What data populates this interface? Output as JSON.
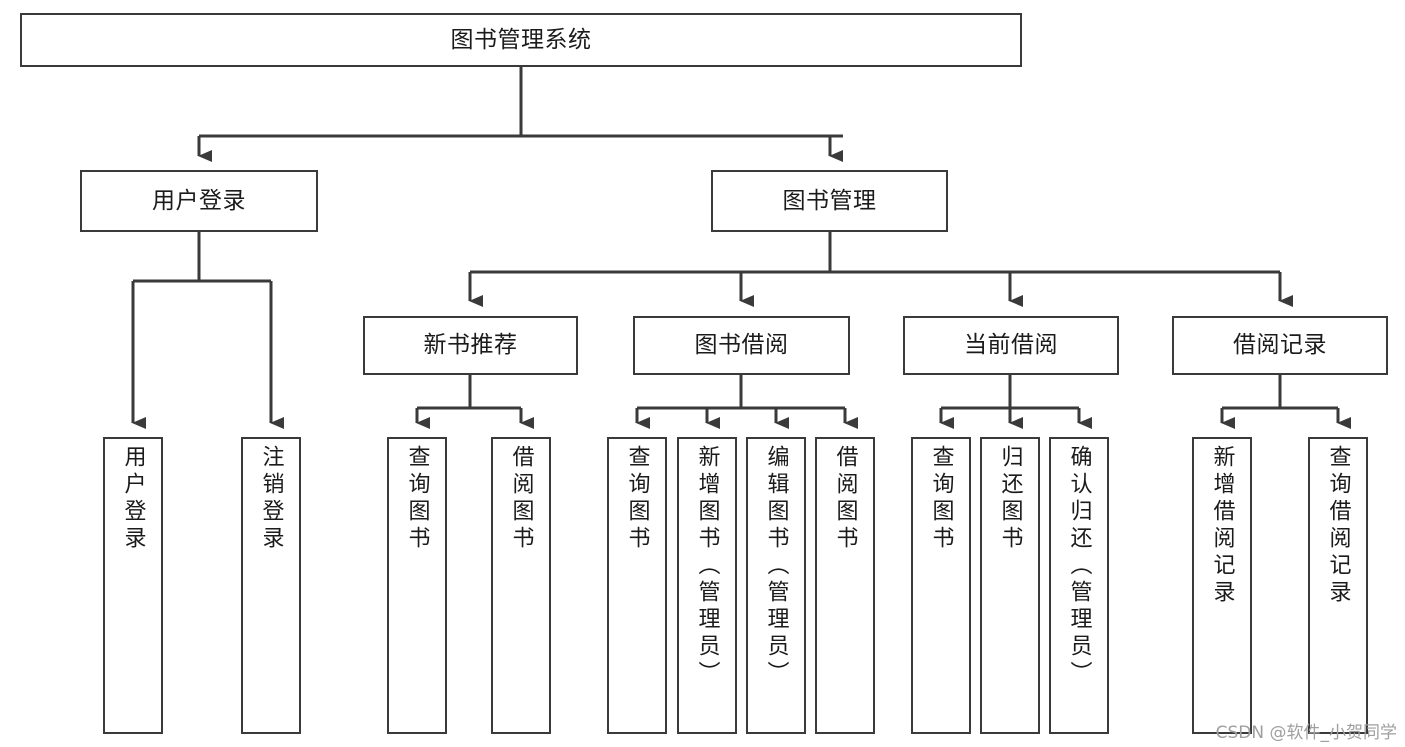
{
  "diagram": {
    "title": "图书管理系统",
    "type": "tree-structure-chart",
    "colors": {
      "box_border": "#3a3a3a",
      "box_fill": "#ffffff",
      "edge": "#3a3a3a",
      "text": "#1b1b1b",
      "watermark": "#9f9f9f",
      "background": "#ffffff"
    },
    "root": {
      "label": "图书管理系统"
    },
    "level1": [
      {
        "label": "用户登录"
      },
      {
        "label": "图书管理"
      }
    ],
    "level2": [
      {
        "label": "新书推荐"
      },
      {
        "label": "图书借阅"
      },
      {
        "label": "当前借阅"
      },
      {
        "label": "借阅记录"
      }
    ],
    "leaves": {
      "user_login": [
        {
          "label": "用户登录"
        },
        {
          "label": "注销登录"
        }
      ],
      "new_book_recommend": [
        {
          "label": "查询图书"
        },
        {
          "label": "借阅图书"
        }
      ],
      "book_borrow": [
        {
          "label": "查询图书"
        },
        {
          "label": "新增图书（管理员）"
        },
        {
          "label": "编辑图书（管理员）"
        },
        {
          "label": "借阅图书"
        }
      ],
      "current_borrow": [
        {
          "label": "查询图书"
        },
        {
          "label": "归还图书"
        },
        {
          "label": "确认归还（管理员）"
        }
      ],
      "borrow_record": [
        {
          "label": "新增借阅记录"
        },
        {
          "label": "查询借阅记录"
        }
      ]
    }
  },
  "watermark": {
    "text": "CSDN @软件_小贺同学"
  }
}
